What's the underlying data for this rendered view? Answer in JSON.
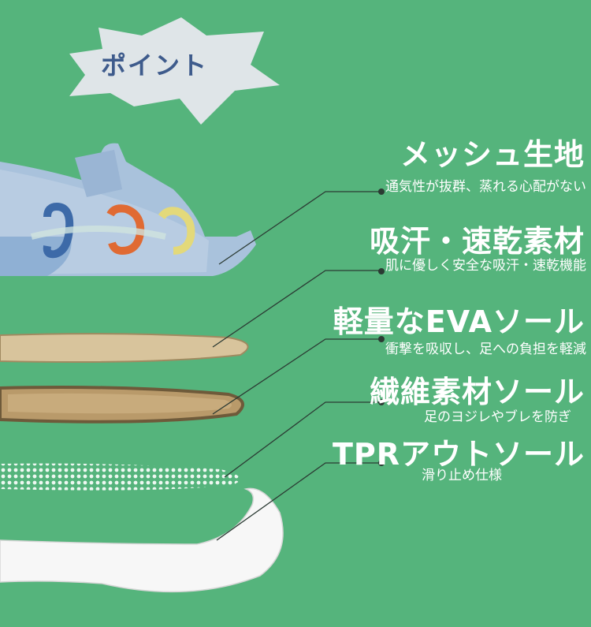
{
  "badge": "ポイント",
  "features": [
    {
      "title": "メッシュ生地",
      "desc": "通気性が抜群、蒸れる心配がない"
    },
    {
      "title": "吸汗・速乾素材",
      "desc": "肌に優しく安全な吸汗・速乾機能"
    },
    {
      "title": "軽量なEVAソール",
      "desc": "衝撃を吸収し、足への負担を軽減"
    },
    {
      "title": "繊維素材ソール",
      "desc": "足のヨジレやブレを防ぎ"
    },
    {
      "title": "TPRアウトソール",
      "desc": "滑り止め仕様"
    }
  ],
  "colors": {
    "background": "#55b47c",
    "badge_bg": "#dfe5e8",
    "badge_text": "#3e5b8c",
    "leader": "#2b3a33"
  }
}
